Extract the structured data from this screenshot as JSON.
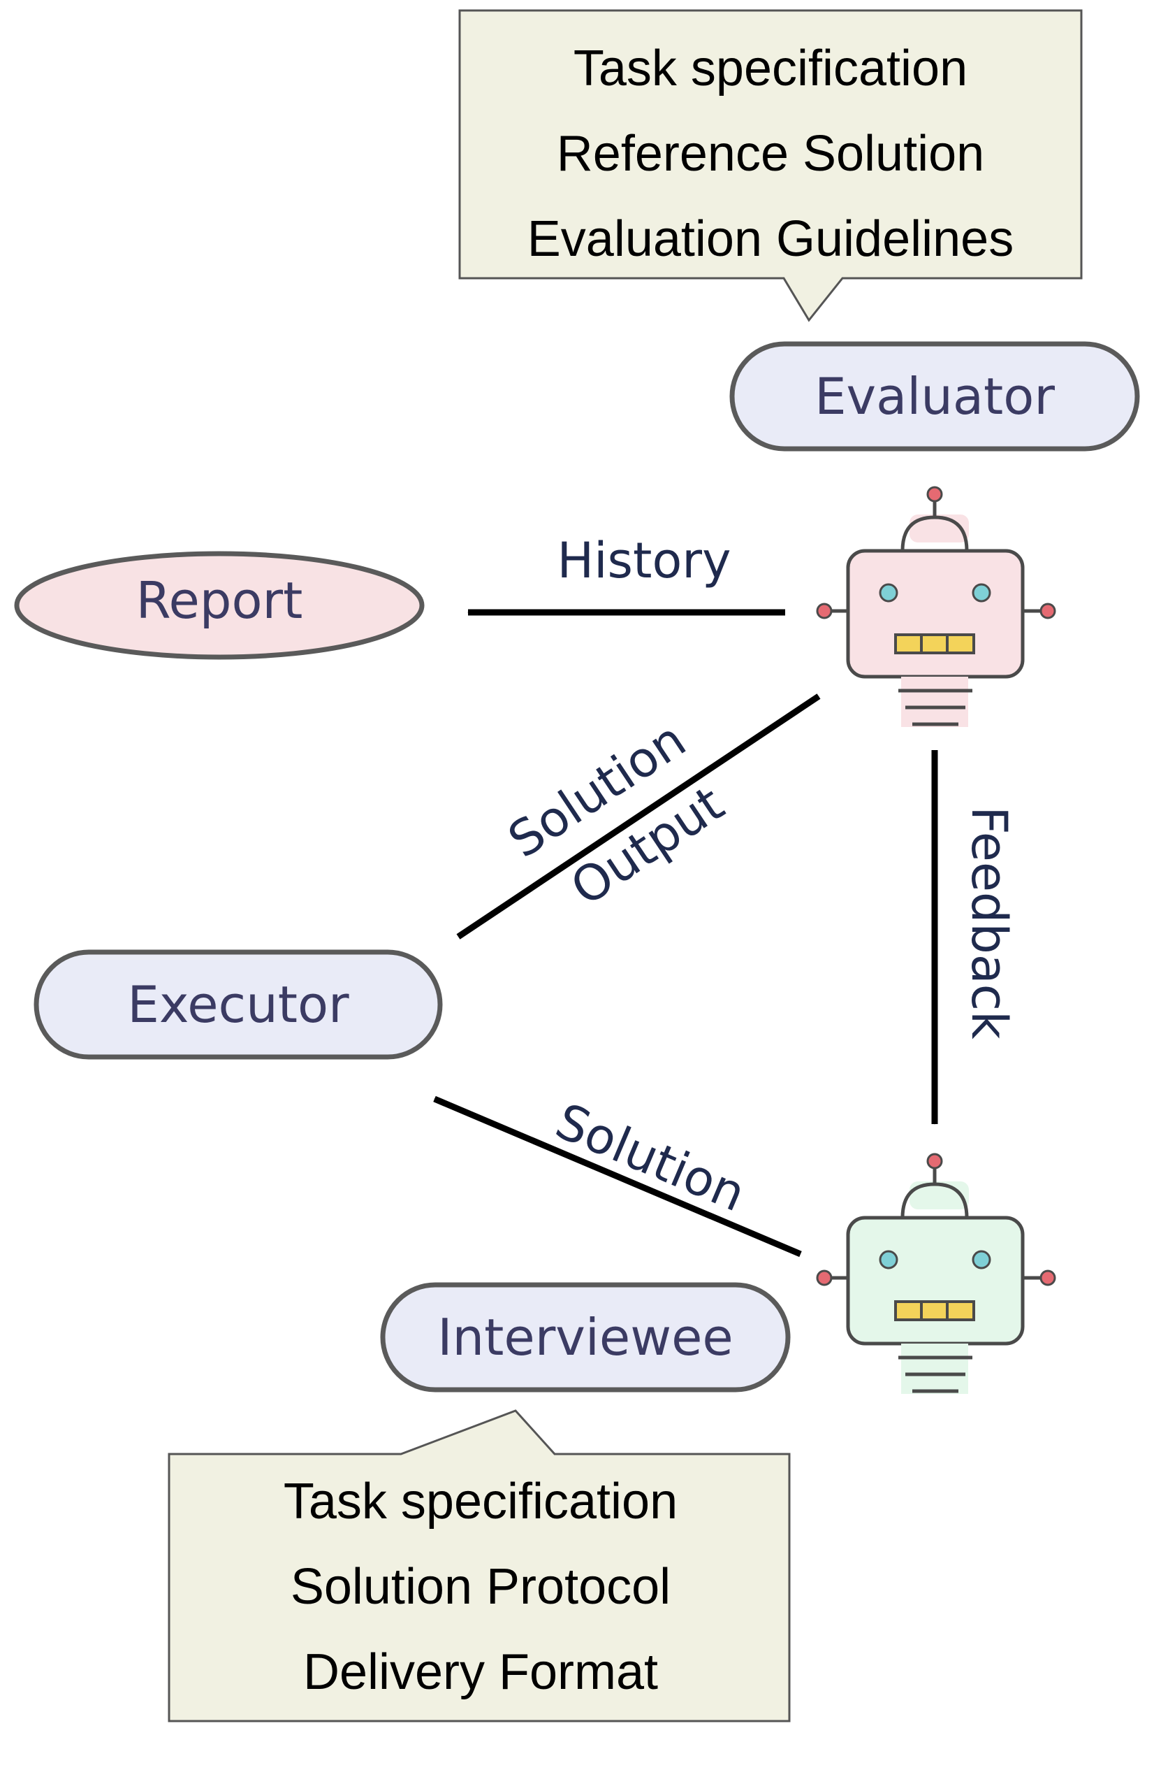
{
  "callouts": {
    "evaluator_context": {
      "lines": [
        "Task specification",
        "Reference Solution",
        "Evaluation Guidelines"
      ]
    },
    "interviewee_context": {
      "lines": [
        "Task specification",
        "Solution Protocol",
        "Delivery Format"
      ]
    }
  },
  "nodes": {
    "evaluator": "Evaluator",
    "report": "Report",
    "executor": "Executor",
    "interviewee": "Interviewee"
  },
  "edges": {
    "history": "History",
    "solution_output_line1": "Solution",
    "solution_output_line2": "Output",
    "feedback": "Feedback",
    "solution": "Solution"
  },
  "icons": {
    "evaluator_robot": "robot-icon",
    "interviewee_robot": "robot-icon"
  },
  "colors": {
    "callout_fill": "#f1f1e2",
    "callout_stroke": "#555555",
    "pill_fill": "#e9ebf7",
    "report_fill": "#f8e2e4",
    "node_stroke": "#5a5a5a",
    "robot_evaluator_fill": "#f9e2e5",
    "robot_interviewee_fill": "#e4f7ea",
    "robot_outline": "#4a4a4a",
    "robot_eye": "#7fd0d6",
    "robot_antenna_tip": "#e56a72",
    "robot_mouth": "#f3d35a",
    "arrow": "#000000"
  }
}
